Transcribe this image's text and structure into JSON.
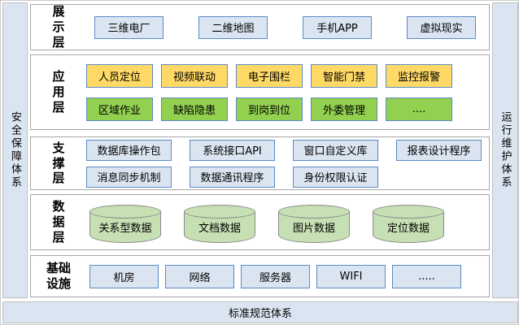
{
  "frame": {
    "left_bar": "安全保障体系",
    "right_bar": "运行维护体系",
    "bottom_bar": "标准规范体系"
  },
  "layers": [
    {
      "label": "展示层",
      "rows": [
        {
          "style": "blue",
          "items": [
            "三维电厂",
            "二维地图",
            "手机APP",
            "虚拟现实"
          ]
        }
      ]
    },
    {
      "label": "应用层",
      "rows": [
        {
          "style": "yellow",
          "items": [
            "人员定位",
            "视频联动",
            "电子围栏",
            "智能门禁",
            "监控报警"
          ]
        },
        {
          "style": "green",
          "items": [
            "区域作业",
            "缺陷隐患",
            "到岗到位",
            "外委管理",
            "...."
          ]
        }
      ]
    },
    {
      "label": "支撑层",
      "rows": [
        {
          "style": "blue",
          "items": [
            "数据库操作包",
            "系统接口API",
            "窗口自定义库",
            "报表设计程序"
          ]
        },
        {
          "style": "blue",
          "items": [
            "消息同步机制",
            "数据通讯程序",
            "身份权限认证"
          ]
        }
      ]
    },
    {
      "label": "数据层",
      "rows": [
        {
          "style": "cylinder",
          "items": [
            "关系型数据",
            "文档数据",
            "图片数据",
            "定位数据"
          ]
        }
      ]
    },
    {
      "label": "基础设施",
      "rows": [
        {
          "style": "blue",
          "items": [
            "机房",
            "网络",
            "服务器",
            "WIFI",
            "....."
          ]
        }
      ]
    }
  ],
  "colors": {
    "bar_fill": "#dbe5f1",
    "box_blue_fill": "#dbe5f1",
    "box_yellow_fill": "#ffd966",
    "box_green_fill": "#92d050",
    "cylinder_fill": "#c6e0b4",
    "box_border": "#5b8ac6",
    "panel_border": "#a6a6a6"
  }
}
